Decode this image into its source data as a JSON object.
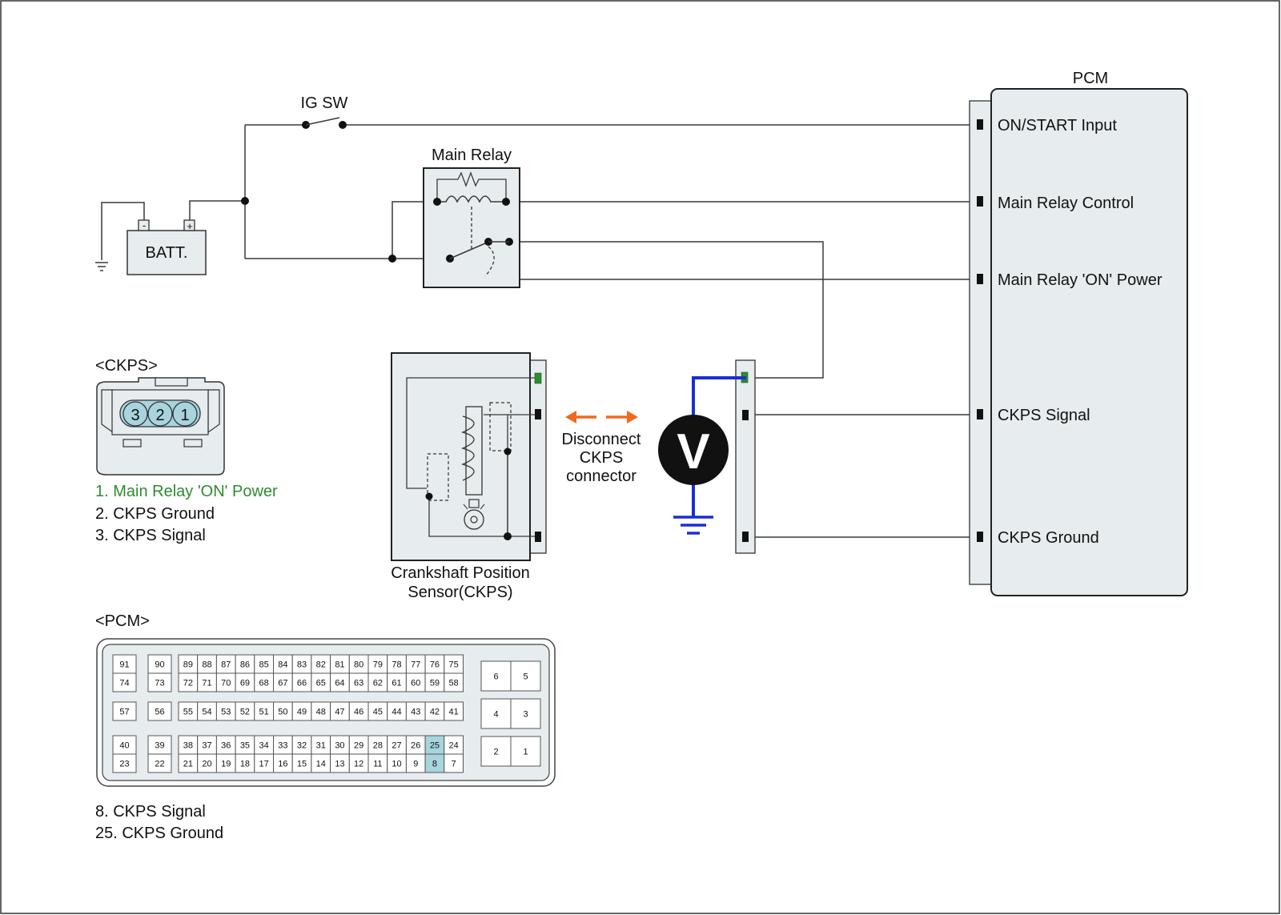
{
  "colors": {
    "wire": "#3a3a3a",
    "ground_probe": "#1a2fd6",
    "arrow": "#ee6a1e",
    "pin_on_power": "#2e8b2e",
    "connector_fill": "#e7ecee",
    "pin_highlight": "#a8d4dd",
    "label_green": "#2e8b2e"
  },
  "labels": {
    "ig_sw": "IG SW",
    "main_relay": "Main Relay",
    "battery": "BATT.",
    "batt_minus": "-",
    "batt_plus": "+",
    "pcm_title": "PCM",
    "ckps_sensor": [
      "Crankshaft Position",
      "Sensor(CKPS)"
    ],
    "disconnect": [
      "Disconnect",
      "CKPS",
      "connector"
    ],
    "voltmeter": "V"
  },
  "pcm_terminals": [
    "ON/START Input",
    "Main Relay Control",
    "Main Relay 'ON' Power",
    "CKPS Signal",
    "CKPS Ground"
  ],
  "ckps_connector": {
    "title": "<CKPS>",
    "pins": [
      "3",
      "2",
      "1"
    ],
    "legend": [
      {
        "text": "1. Main Relay 'ON' Power",
        "highlight": true
      },
      {
        "text": "2. CKPS Ground",
        "highlight": false
      },
      {
        "text": "3. CKPS Signal",
        "highlight": false
      }
    ]
  },
  "pcm_connector": {
    "title": "<PCM>",
    "highlighted_pins": [
      "25",
      "8"
    ],
    "groups": [
      [
        [
          "91",
          "74"
        ],
        [
          "90",
          "73"
        ],
        [
          "89",
          "88",
          "87",
          "86",
          "85",
          "84",
          "83",
          "82",
          "81",
          "80",
          "79",
          "78",
          "77",
          "76",
          "75"
        ],
        [
          "72",
          "71",
          "70",
          "69",
          "68",
          "67",
          "66",
          "65",
          "64",
          "63",
          "62",
          "61",
          "60",
          "59",
          "58"
        ]
      ],
      [
        [
          "57"
        ],
        [
          "56"
        ],
        [
          "55",
          "54",
          "53",
          "52",
          "51",
          "50",
          "49",
          "48",
          "47",
          "46",
          "45",
          "44",
          "43",
          "42",
          "41"
        ]
      ],
      [
        [
          "40",
          "23"
        ],
        [
          "39",
          "22"
        ],
        [
          "38",
          "37",
          "36",
          "35",
          "34",
          "33",
          "32",
          "31",
          "30",
          "29",
          "28",
          "27",
          "26",
          "25",
          "24"
        ],
        [
          "21",
          "20",
          "19",
          "18",
          "17",
          "16",
          "15",
          "14",
          "13",
          "12",
          "11",
          "10",
          "9",
          "8",
          "7"
        ]
      ]
    ],
    "right_pins": [
      [
        "6",
        "5"
      ],
      [
        "4",
        "3"
      ],
      [
        "2",
        "1"
      ]
    ],
    "legend": [
      "8. CKPS Signal",
      "25. CKPS Ground"
    ]
  }
}
